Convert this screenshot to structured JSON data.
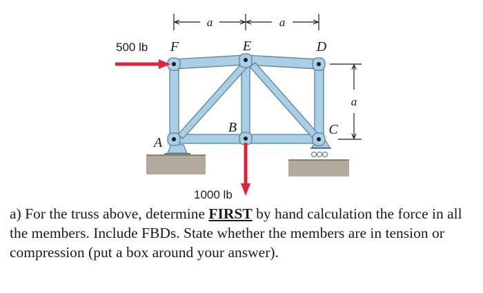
{
  "figure": {
    "load_horizontal": "500 lb",
    "load_vertical": "1000 lb",
    "joints": {
      "A": "A",
      "B": "B",
      "C": "C",
      "D": "D",
      "E": "E",
      "F": "F"
    },
    "dim_label_a": "a",
    "colors": {
      "member": "#a9cfe6",
      "member_edge": "#5d7f94",
      "load": "#e0233a",
      "ground": "#b3a99a"
    }
  },
  "question": {
    "before": "a) For the truss above, determine ",
    "keyword": "FIRST",
    "after": " by hand calculation the force in all the members. Include FBDs. State whether the members are in tension or compression (put a box around your answer)."
  }
}
